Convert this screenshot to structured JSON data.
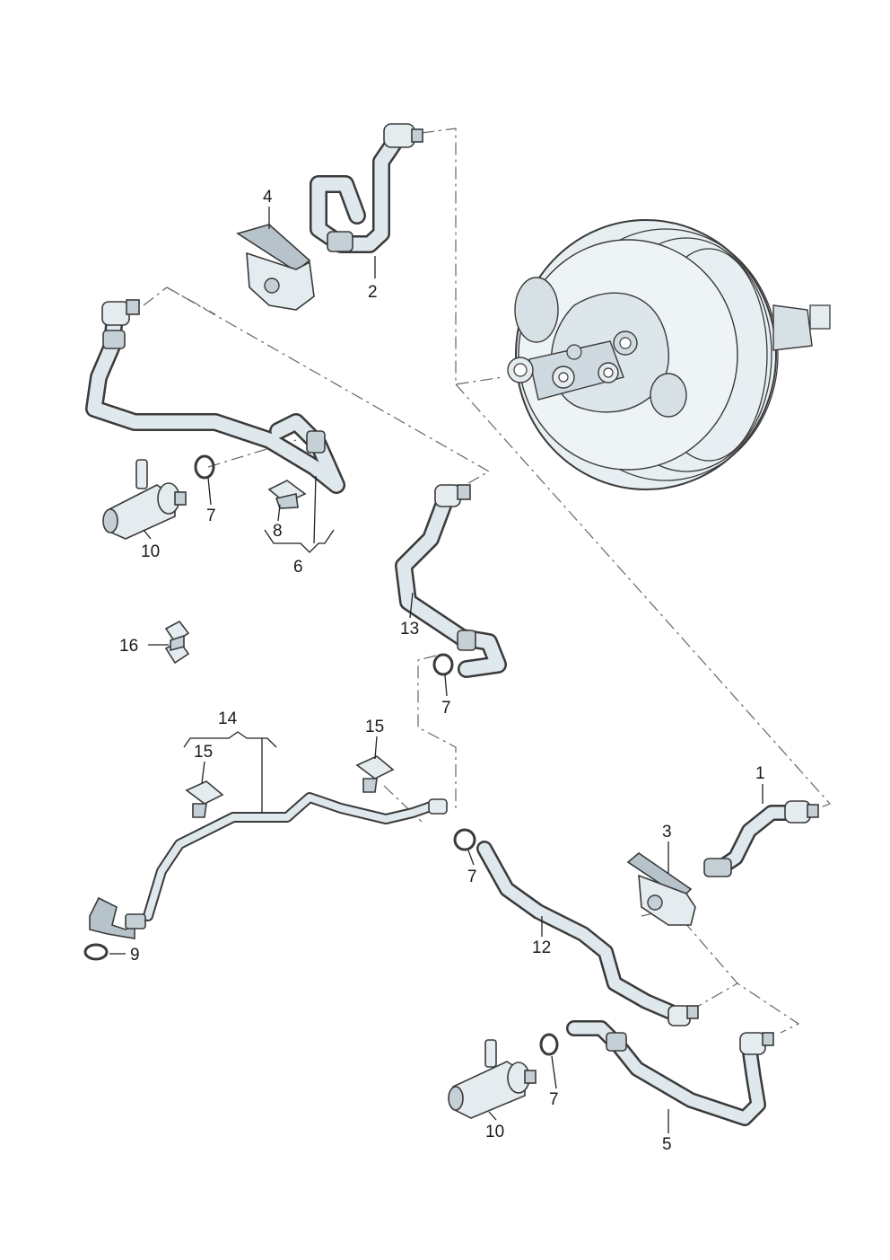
{
  "callouts": [
    {
      "id": "c1",
      "text": "1"
    },
    {
      "id": "c2",
      "text": "2"
    },
    {
      "id": "c3",
      "text": "3"
    },
    {
      "id": "c4",
      "text": "4"
    },
    {
      "id": "c5",
      "text": "5"
    },
    {
      "id": "c6",
      "text": "6"
    },
    {
      "id": "c7a",
      "text": "7"
    },
    {
      "id": "c7b",
      "text": "7"
    },
    {
      "id": "c7c",
      "text": "7"
    },
    {
      "id": "c7d",
      "text": "7"
    },
    {
      "id": "c8",
      "text": "8"
    },
    {
      "id": "c9",
      "text": "9"
    },
    {
      "id": "c10a",
      "text": "10"
    },
    {
      "id": "c10b",
      "text": "10"
    },
    {
      "id": "c12",
      "text": "12"
    },
    {
      "id": "c13",
      "text": "13"
    },
    {
      "id": "c14",
      "text": "14"
    },
    {
      "id": "c15a",
      "text": "15"
    },
    {
      "id": "c15b",
      "text": "15"
    },
    {
      "id": "c16",
      "text": "16"
    }
  ],
  "colors": {
    "hose": "#dfe8ec",
    "outline": "#3a3a3a",
    "booster": "#e8eff2"
  },
  "icons": {
    "booster": "brake-servo-illustration",
    "clamp": "hose-clamp-icon",
    "valve": "non-return-valve-icon",
    "bracket": "mounting-bracket-icon"
  }
}
